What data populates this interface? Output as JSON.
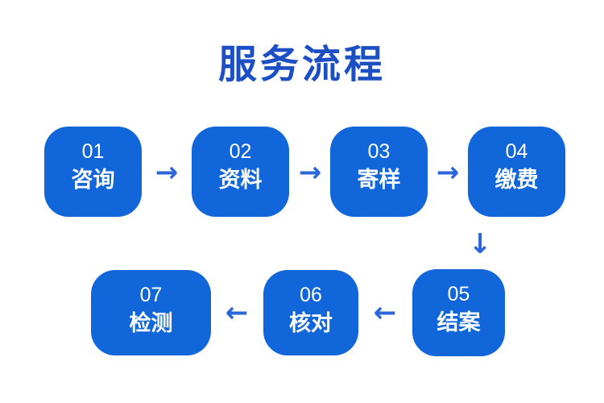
{
  "title": "服务流程",
  "colors": {
    "background": "#ffffff",
    "title": "#1d4fc4",
    "box": "#1166d9",
    "arrow": "#2a66d9",
    "text": "#ffffff"
  },
  "steps": [
    {
      "number": "01",
      "label": "咨询"
    },
    {
      "number": "02",
      "label": "资料"
    },
    {
      "number": "03",
      "label": "寄样"
    },
    {
      "number": "04",
      "label": "缴费"
    },
    {
      "number": "05",
      "label": "结案"
    },
    {
      "number": "06",
      "label": "核对"
    },
    {
      "number": "07",
      "label": "检测"
    }
  ],
  "arrows": {
    "right": "→",
    "left": "←",
    "down": "↓"
  }
}
